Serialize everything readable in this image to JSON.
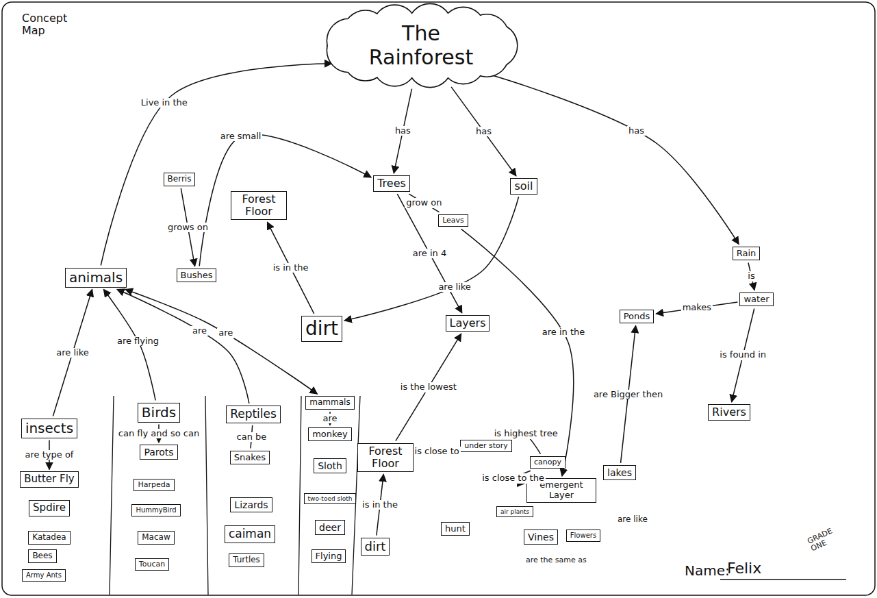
{
  "diagram": {
    "nodes": [
      {
        "text": [
          "The Rainforest"
        ]
      },
      {
        "text": [
          "Trees"
        ]
      },
      {
        "text": [
          "Leavs"
        ]
      },
      {
        "text": [
          "soil"
        ]
      },
      {
        "text": [
          "Rain"
        ]
      },
      {
        "text": [
          "water"
        ]
      },
      {
        "text": [
          "Berris"
        ]
      },
      {
        "text": [
          "Bushes"
        ]
      },
      {
        "text": [
          "Forest Floor"
        ]
      },
      {
        "text": [
          "animals"
        ]
      },
      {
        "text": [
          "dirt"
        ]
      },
      {
        "text": [
          "Layers"
        ]
      },
      {
        "text": [
          "Ponds"
        ]
      },
      {
        "text": [
          "Rivers"
        ]
      },
      {
        "text": [
          "lakes"
        ]
      },
      {
        "text": [
          "insects"
        ]
      },
      {
        "text": [
          "Butter Fly"
        ]
      },
      {
        "text": [
          "Spdire"
        ]
      },
      {
        "text": [
          "Katadea"
        ]
      },
      {
        "text": [
          "Bees"
        ]
      },
      {
        "text": [
          "Army Ants"
        ]
      },
      {
        "text": [
          "Birds"
        ]
      },
      {
        "text": [
          "Parots"
        ]
      },
      {
        "text": [
          "Harpeda"
        ]
      },
      {
        "text": [
          "HummyBird"
        ]
      },
      {
        "text": [
          "Macaw"
        ]
      },
      {
        "text": [
          "Toucan"
        ]
      },
      {
        "text": [
          "Reptiles"
        ]
      },
      {
        "text": [
          "Snakes"
        ]
      },
      {
        "text": [
          "Lizards"
        ]
      },
      {
        "text": [
          "caiman"
        ]
      },
      {
        "text": [
          "Turtles"
        ]
      },
      {
        "text": [
          "mammals"
        ]
      },
      {
        "text": [
          "monkey"
        ]
      },
      {
        "text": [
          "Sloth"
        ]
      },
      {
        "text": [
          "two-toed sloth"
        ]
      },
      {
        "text": [
          "deer"
        ]
      },
      {
        "text": [
          "Flying"
        ]
      },
      {
        "text": [
          "Forest Floor"
        ]
      },
      {
        "text": [
          "dirt"
        ]
      },
      {
        "text": [
          "under story"
        ]
      },
      {
        "text": [
          "canopy"
        ]
      },
      {
        "text": [
          "emergent Layer"
        ]
      },
      {
        "text": [
          "hunt"
        ]
      },
      {
        "text": [
          "air plants"
        ]
      },
      {
        "text": [
          "Vines"
        ]
      },
      {
        "text": [
          "Flowers"
        ]
      }
    ],
    "edges": [
      {
        "from": 9,
        "to": 0,
        "arrow": "to",
        "label": "Live in the"
      },
      {
        "from": 0,
        "to": 1,
        "arrow": "to",
        "label": "has"
      },
      {
        "from": 0,
        "to": 3,
        "arrow": "to",
        "label": "has"
      },
      {
        "from": 0,
        "to": 4,
        "arrow": "to",
        "label": "has"
      },
      {
        "from": 4,
        "to": 5,
        "arrow": "to",
        "label": "is"
      },
      {
        "from": 5,
        "to": 12,
        "arrow": "to",
        "label": "makes"
      },
      {
        "from": 5,
        "to": 13,
        "arrow": "to",
        "label": "is found in"
      },
      {
        "from": 14,
        "to": 12,
        "arrow": "to",
        "label": "are Bigger then"
      },
      {
        "from": 6,
        "to": 7,
        "arrow": "to",
        "label": "grows on"
      },
      {
        "from": 7,
        "to": 1,
        "arrow": "to",
        "label": "are small"
      },
      {
        "from": 2,
        "to": 1,
        "arrow": "none",
        "label": "grow on"
      },
      {
        "from": 10,
        "to": 8,
        "arrow": "to",
        "label": "is in the"
      },
      {
        "from": 3,
        "to": 10,
        "arrow": "to",
        "label": "are like"
      },
      {
        "from": 1,
        "to": 11,
        "arrow": "to",
        "label": "are in 4"
      },
      {
        "from": 2,
        "to": 42,
        "arrow": "to",
        "label": "are in the"
      },
      {
        "from": 15,
        "to": 9,
        "arrow": "to",
        "label": "are like"
      },
      {
        "from": 21,
        "to": 9,
        "arrow": "to",
        "label": "are flying"
      },
      {
        "from": 27,
        "to": 9,
        "arrow": "to",
        "label": "are"
      },
      {
        "from": 32,
        "to": 9,
        "arrow": "both",
        "label": "are"
      },
      {
        "from": 15,
        "to": 16,
        "arrow": "to",
        "label": "are type of"
      },
      {
        "from": 21,
        "to": 22,
        "arrow": "to",
        "label": "can fly and so can"
      },
      {
        "from": 27,
        "to": 28,
        "arrow": "none",
        "label": "can be"
      },
      {
        "from": 32,
        "to": 33,
        "arrow": "to",
        "label": "are"
      },
      {
        "from": 38,
        "to": 11,
        "arrow": "to",
        "label": "is the lowest"
      },
      {
        "from": 38,
        "to": 40,
        "arrow": "none",
        "label": "is close to"
      },
      {
        "from": 39,
        "to": 38,
        "arrow": "to",
        "label": "is in the"
      },
      {
        "from": 41,
        "to": 42,
        "arrow": "to",
        "label": "is close to the"
      },
      {
        "from": 40,
        "to": 41,
        "arrow": "none",
        "label": "is highest tree"
      }
    ],
    "labels": [
      "Concept Map",
      "Name:",
      "Felix",
      "GRADE ONE",
      "are like",
      "are the same as"
    ]
  }
}
